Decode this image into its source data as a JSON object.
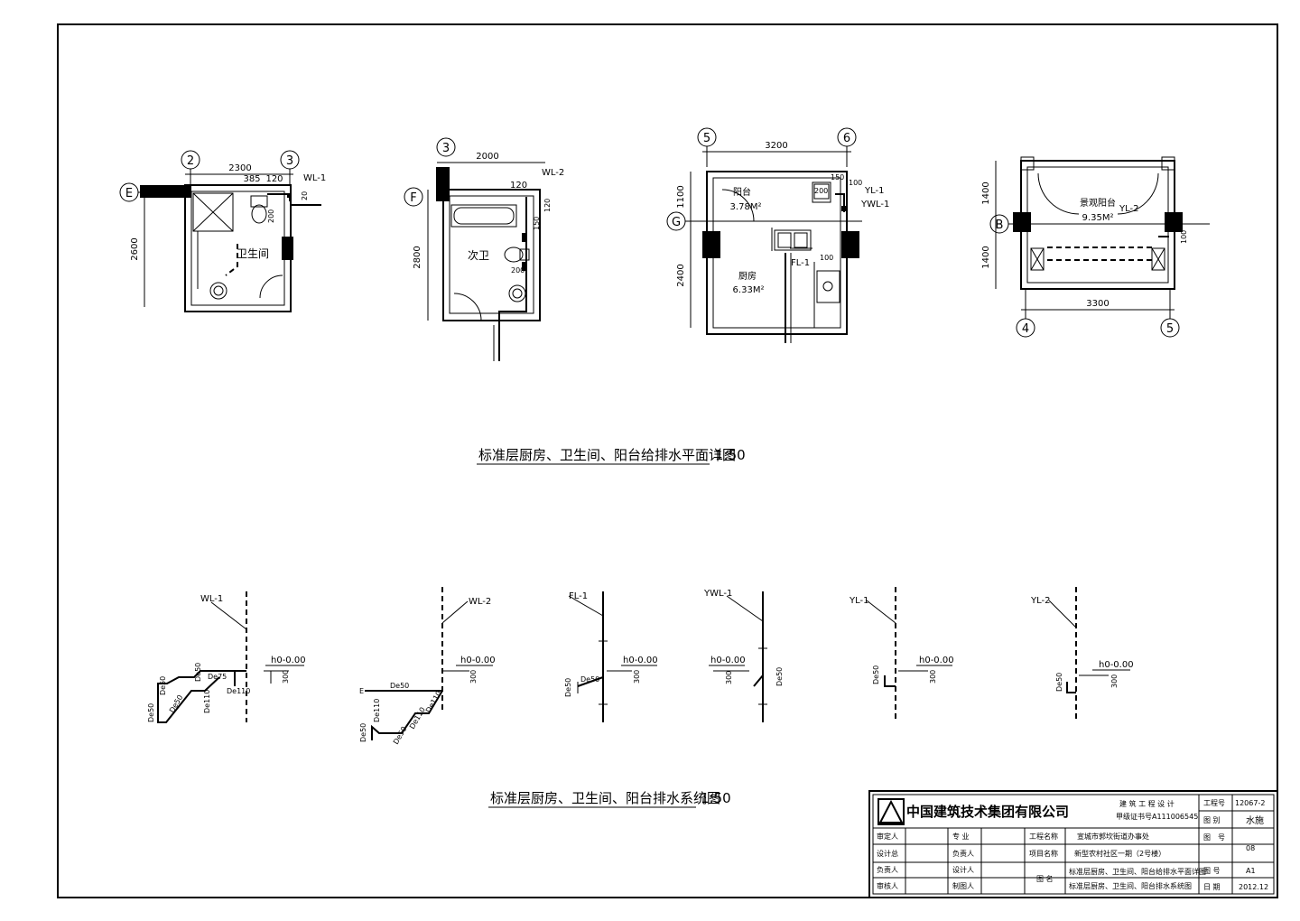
{
  "plan_title": "标准层厨房、卫生间、阳台给排水平面详图",
  "plan_scale": "1:50",
  "system_title": "标准层厨房、卫生间、阳台排水系统图",
  "system_scale": "1:50",
  "plan1": {
    "axis_top_left": "2",
    "axis_top_right": "3",
    "axis_left": "E",
    "dim_width": "2300",
    "dim_385": "385",
    "dim_120": "120",
    "dim_20": "20",
    "dim_200": "200",
    "dim_height": "2600",
    "riser": "WL-1",
    "room": "卫生间"
  },
  "plan2": {
    "axis_top": "3",
    "axis_left": "F",
    "dim_width": "2000",
    "dim_120a": "120",
    "dim_150": "150",
    "dim_120b": "120",
    "dim_200": "200",
    "dim_height": "2800",
    "riser": "WL-2",
    "room": "次卫"
  },
  "plan3": {
    "axis_top_left": "5",
    "axis_top_right": "6",
    "axis_left": "G",
    "dim_width": "3200",
    "dim_1100": "1100",
    "dim_2400": "2400",
    "dim_150": "150",
    "dim_100a": "100",
    "dim_100b": "100",
    "dim_200": "200",
    "riser_yl": "YL-1",
    "riser_ywl": "YWL-1",
    "riser_fl": "FL-1",
    "room_balcony": "阳台",
    "area_balcony": "3.78M²",
    "room_kitchen": "厨房",
    "area_kitchen": "6.33M²"
  },
  "plan4": {
    "axis_left": "B",
    "axis_bottom_left": "4",
    "axis_bottom_right": "5",
    "dim_1400a": "1400",
    "dim_1400b": "1400",
    "dim_width": "3300",
    "dim_100": "100",
    "riser": "YL-2",
    "room": "景观阳台",
    "area": "9.35M²"
  },
  "systems": {
    "wl1": {
      "label": "WL-1",
      "elev": "h0-0.00",
      "drop": "300",
      "de50a": "De50",
      "de50b": "De50",
      "de50c": "De50",
      "de50d": "De50",
      "de75": "De75",
      "de110a": "De110",
      "de110b": "De110"
    },
    "wl2": {
      "label": "WL-2",
      "elev": "h0-0.00",
      "drop": "300",
      "de50a": "De50",
      "de110a": "De110",
      "de50b": "De50",
      "de110b": "De110",
      "de110c": "De110",
      "de50c": "De50",
      "marker": "E"
    },
    "fl1": {
      "label": "FL-1",
      "elev": "h0-0.00",
      "drop": "300",
      "de50a": "De50",
      "de50b": "De50"
    },
    "ywl1": {
      "label": "YWL-1",
      "elev": "h0-0.00",
      "drop": "300",
      "de50": "De50"
    },
    "yl1": {
      "label": "YL-1",
      "elev": "h0-0.00",
      "drop": "300",
      "de50": "De50"
    },
    "yl2": {
      "label": "YL-2",
      "elev": "h0-0.00",
      "drop": "300",
      "de50": "De50"
    }
  },
  "title_block": {
    "company": "中国建筑技术集团有限公司",
    "design_qual_1": "建 筑 工 程 设 计",
    "design_qual_2": "甲级证书号A111006545",
    "project_no_label": "工程号",
    "project_no": "12067-2",
    "discipline_label": "图 别",
    "discipline": "水施",
    "sheet_no_label": "图　号",
    "sheet_no": "08",
    "size_label": "图 号",
    "size": "A1",
    "date_label": "日 期",
    "date": "2012.12",
    "approved_label": "审定人",
    "checked_label": "设计总",
    "responsible_label": "负责人",
    "reviewed_label": "审核人",
    "major_label": "专 业",
    "lead_label": "负责人",
    "designer_label": "设计人",
    "drafter_label": "制图人",
    "project_name_label": "工程名称",
    "project_name": "宣城市郭坎街道办事处",
    "item_name_label": "项目名称",
    "item_name": "新型农村社区一期（2号楼）",
    "drawing_name_label": "图 名",
    "drawing_name_1": "标准层厨房、卫生间、阳台给排水平面详图",
    "drawing_name_2": "标准层厨房、卫生间、阳台排水系统图"
  }
}
